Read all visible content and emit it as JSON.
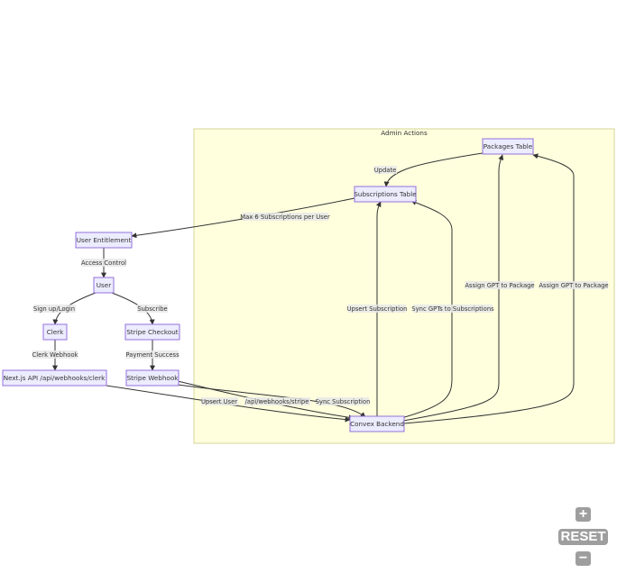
{
  "cluster": {
    "title": "Admin Actions"
  },
  "nodes": {
    "packages": "Packages Table",
    "subscriptions": "Subscriptions Table",
    "entitlement": "User Entitlement",
    "user": "User",
    "clerk": "Clerk",
    "stripe_checkout": "Stripe Checkout",
    "nextjs_api": "Next.js API /api/webhooks/clerk",
    "stripe_webhook": "Stripe Webhook",
    "convex": "Convex Backend"
  },
  "edges": {
    "update": "Update",
    "max_subs": "Max 6 Subscriptions per User",
    "access_control": "Access Control",
    "signup": "Sign up/Login",
    "subscribe": "Subscribe",
    "clerk_webhook": "Clerk Webhook",
    "payment_success": "Payment Success",
    "upsert_user": "Upsert User",
    "api_stripe": "/api/webhooks/stripe",
    "sync_sub": "Sync Subscription",
    "upsert_sub": "Upsert Subscription",
    "sync_gpts": "Sync GPTs to Subscriptions",
    "assign_gpt_1": "Assign GPT to Package",
    "assign_gpt_2": "Assign GPT to Package"
  },
  "controls": {
    "zoom_in": "+",
    "reset": "RESET",
    "zoom_out": "−"
  }
}
